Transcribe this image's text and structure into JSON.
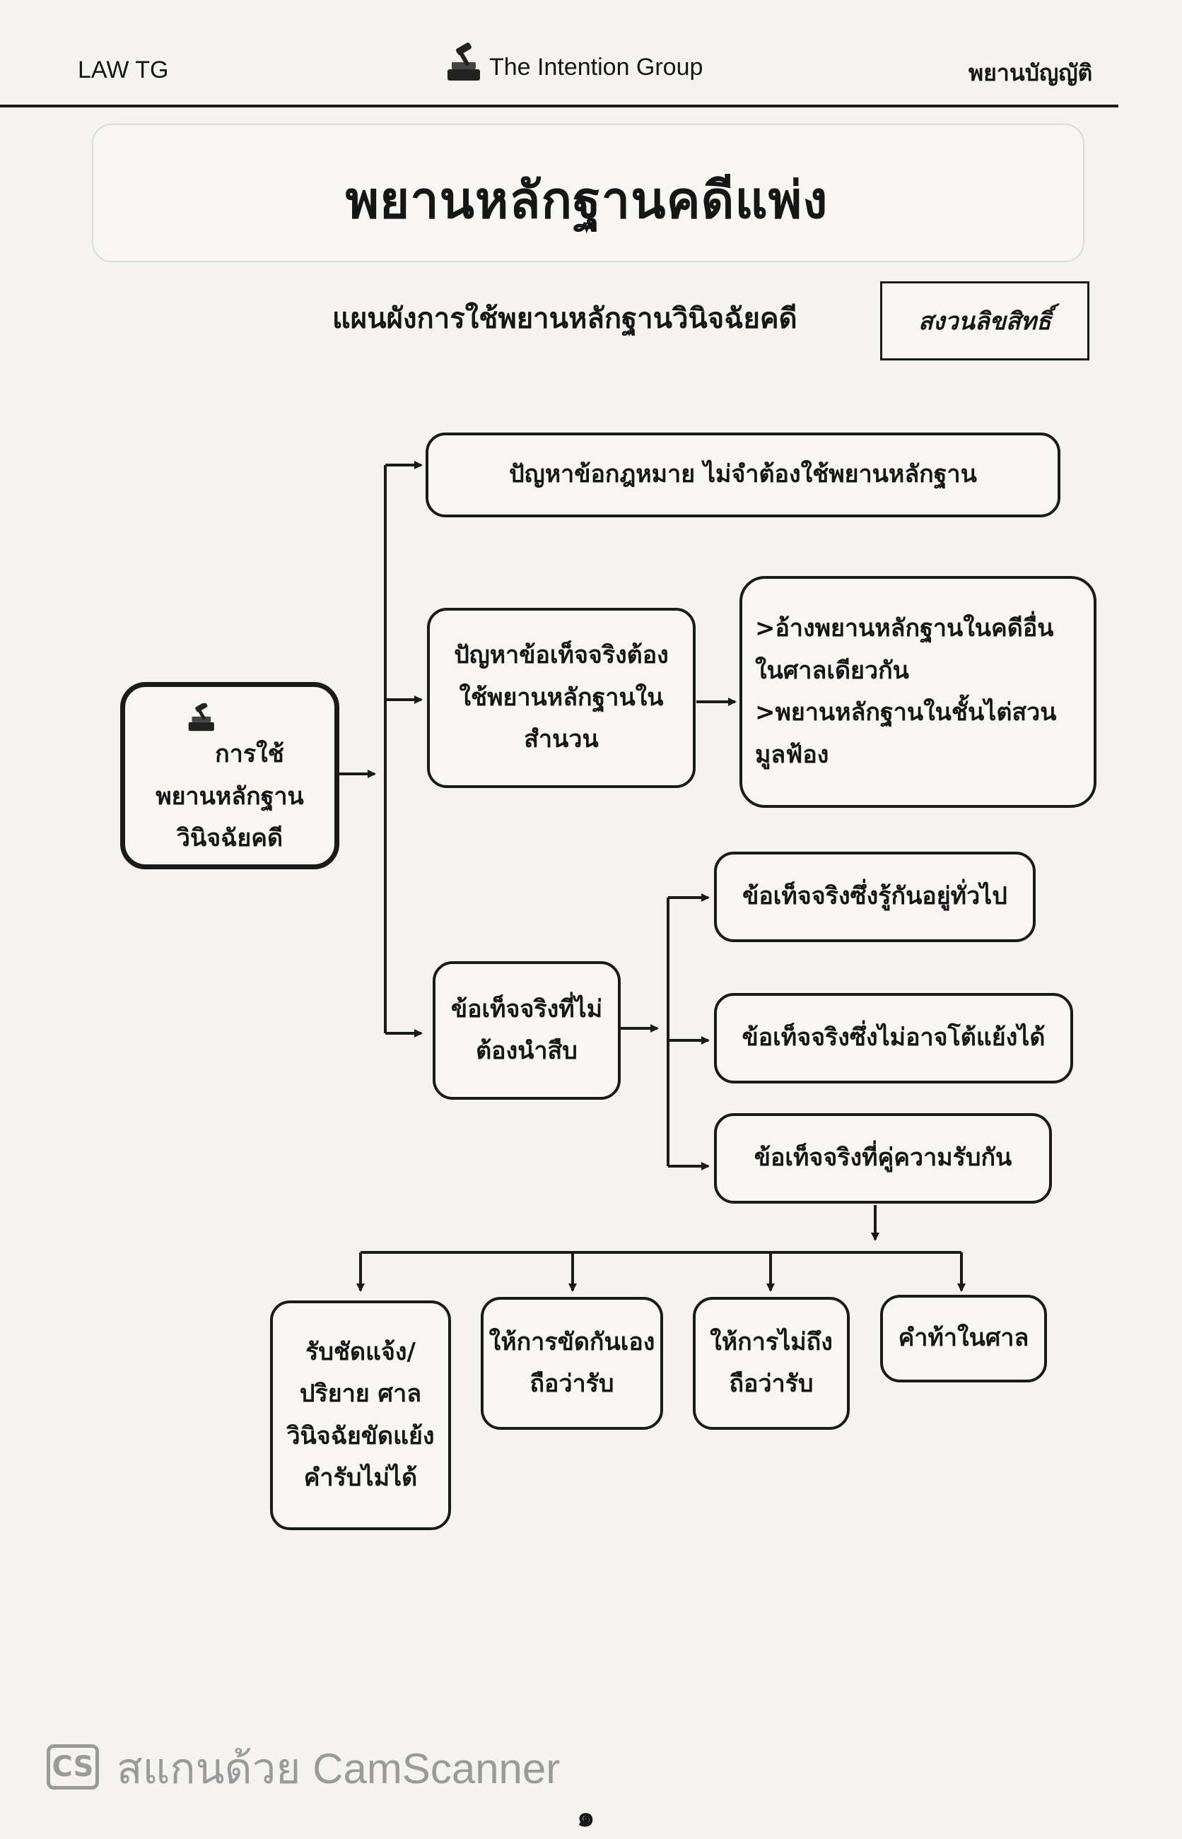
{
  "header": {
    "left": "LAW TG",
    "brand": "The Intention Group",
    "right": "พยานบัญญัติ"
  },
  "title": "พยานหลักฐานคดีแพ่ง",
  "subtitle": "แผนผังการใช้พยานหลักฐานวินิจฉัยคดี",
  "copyright": "สงวนลิขสิทธิ์",
  "diagram": {
    "root": "การใช้\nพยานหลักฐาน\nวินิจฉัยคดี",
    "law": "ปัญหาข้อกฎหมาย ไม่จำต้องใช้พยานหลักฐาน",
    "fact_evidence": "ปัญหาข้อเท็จจริงต้อง\nใช้พยานหลักฐานใน\nสำนวน",
    "other_evidence": ">อ้างพยานหลักฐานในคดีอื่น\nในศาลเดียวกัน\n>พยานหลักฐานในชั้นไต่สวน\nมูลฟ้อง",
    "no_proof": "ข้อเท็จจริงที่ไม่\nต้องนำสืบ",
    "known": "ข้อเท็จจริงซึ่งรู้กันอยู่ทั่วไป",
    "indisputable": "ข้อเท็จจริงซึ่งไม่อาจโต้แย้งได้",
    "admitted": "ข้อเท็จจริงที่คู่ความรับกัน",
    "explicit": "รับชัดแจ้ง/\nปริยาย ศาล\nวินิจฉัยขัดแย้ง\nคำรับไม่ได้",
    "contradictory": "ให้การขัดกันเอง\nถือว่ารับ",
    "no_answer": "ให้การไม่ถึง\nถือว่ารับ",
    "challenge": "คำท้าในศาล"
  },
  "footer": {
    "scanner_logo": "CS",
    "scanner_text": "สแกนด้วย CamScanner",
    "page_number": "๑"
  }
}
